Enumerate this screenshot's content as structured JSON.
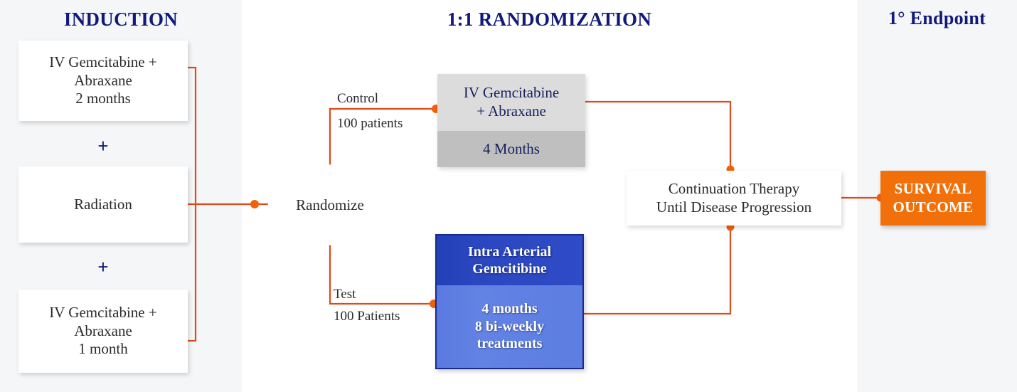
{
  "columns": {
    "induction_title": "INDUCTION",
    "randomization_title": "1:1 RANDOMIZATION",
    "endpoint_title": "1° Endpoint"
  },
  "induction": {
    "boxes": [
      {
        "line1": "IV Gemcitabine +",
        "line2": "Abraxane",
        "line3": "2 months"
      },
      {
        "line1": "Radiation",
        "line2": "",
        "line3": ""
      },
      {
        "line1": "IV Gemcitabine +",
        "line2": "Abraxane",
        "line3": "1 month"
      }
    ],
    "separators": [
      "+",
      "+"
    ]
  },
  "randomize": {
    "label": "Randomize"
  },
  "arms": {
    "control": {
      "branch_label": "Control",
      "branch_count": "100 patients",
      "box_top_line1": "IV Gemcitabine",
      "box_top_line2": "+ Abraxane",
      "box_bottom": "4 Months"
    },
    "test": {
      "branch_label": "Test",
      "branch_count": "100 Patients",
      "box_top_line1": "Intra Arterial",
      "box_top_line2": "Gemcitibine",
      "box_bottom_line1": "4 months",
      "box_bottom_line2": "8 bi-weekly",
      "box_bottom_line3": "treatments"
    }
  },
  "continuation": {
    "line1": "Continuation Therapy",
    "line2": "Until Disease Progression"
  },
  "endpoint": {
    "line1": "SURVIVAL",
    "line2": "OUTCOME"
  },
  "colors": {
    "header_navy": "#11197a",
    "connector_orange": "#e04a18",
    "connector_dot": "#f2600a",
    "control_box_top": "#dcdcdc",
    "control_box_bottom": "#bfbfbf",
    "test_box_top": "#2a46c0",
    "test_box_bottom": "#5d7ee2",
    "test_box_border": "#1b2a8c",
    "survival_orange": "#f2700a",
    "panel_background": "#f5f6f8",
    "canvas_background": "#ffffff"
  }
}
